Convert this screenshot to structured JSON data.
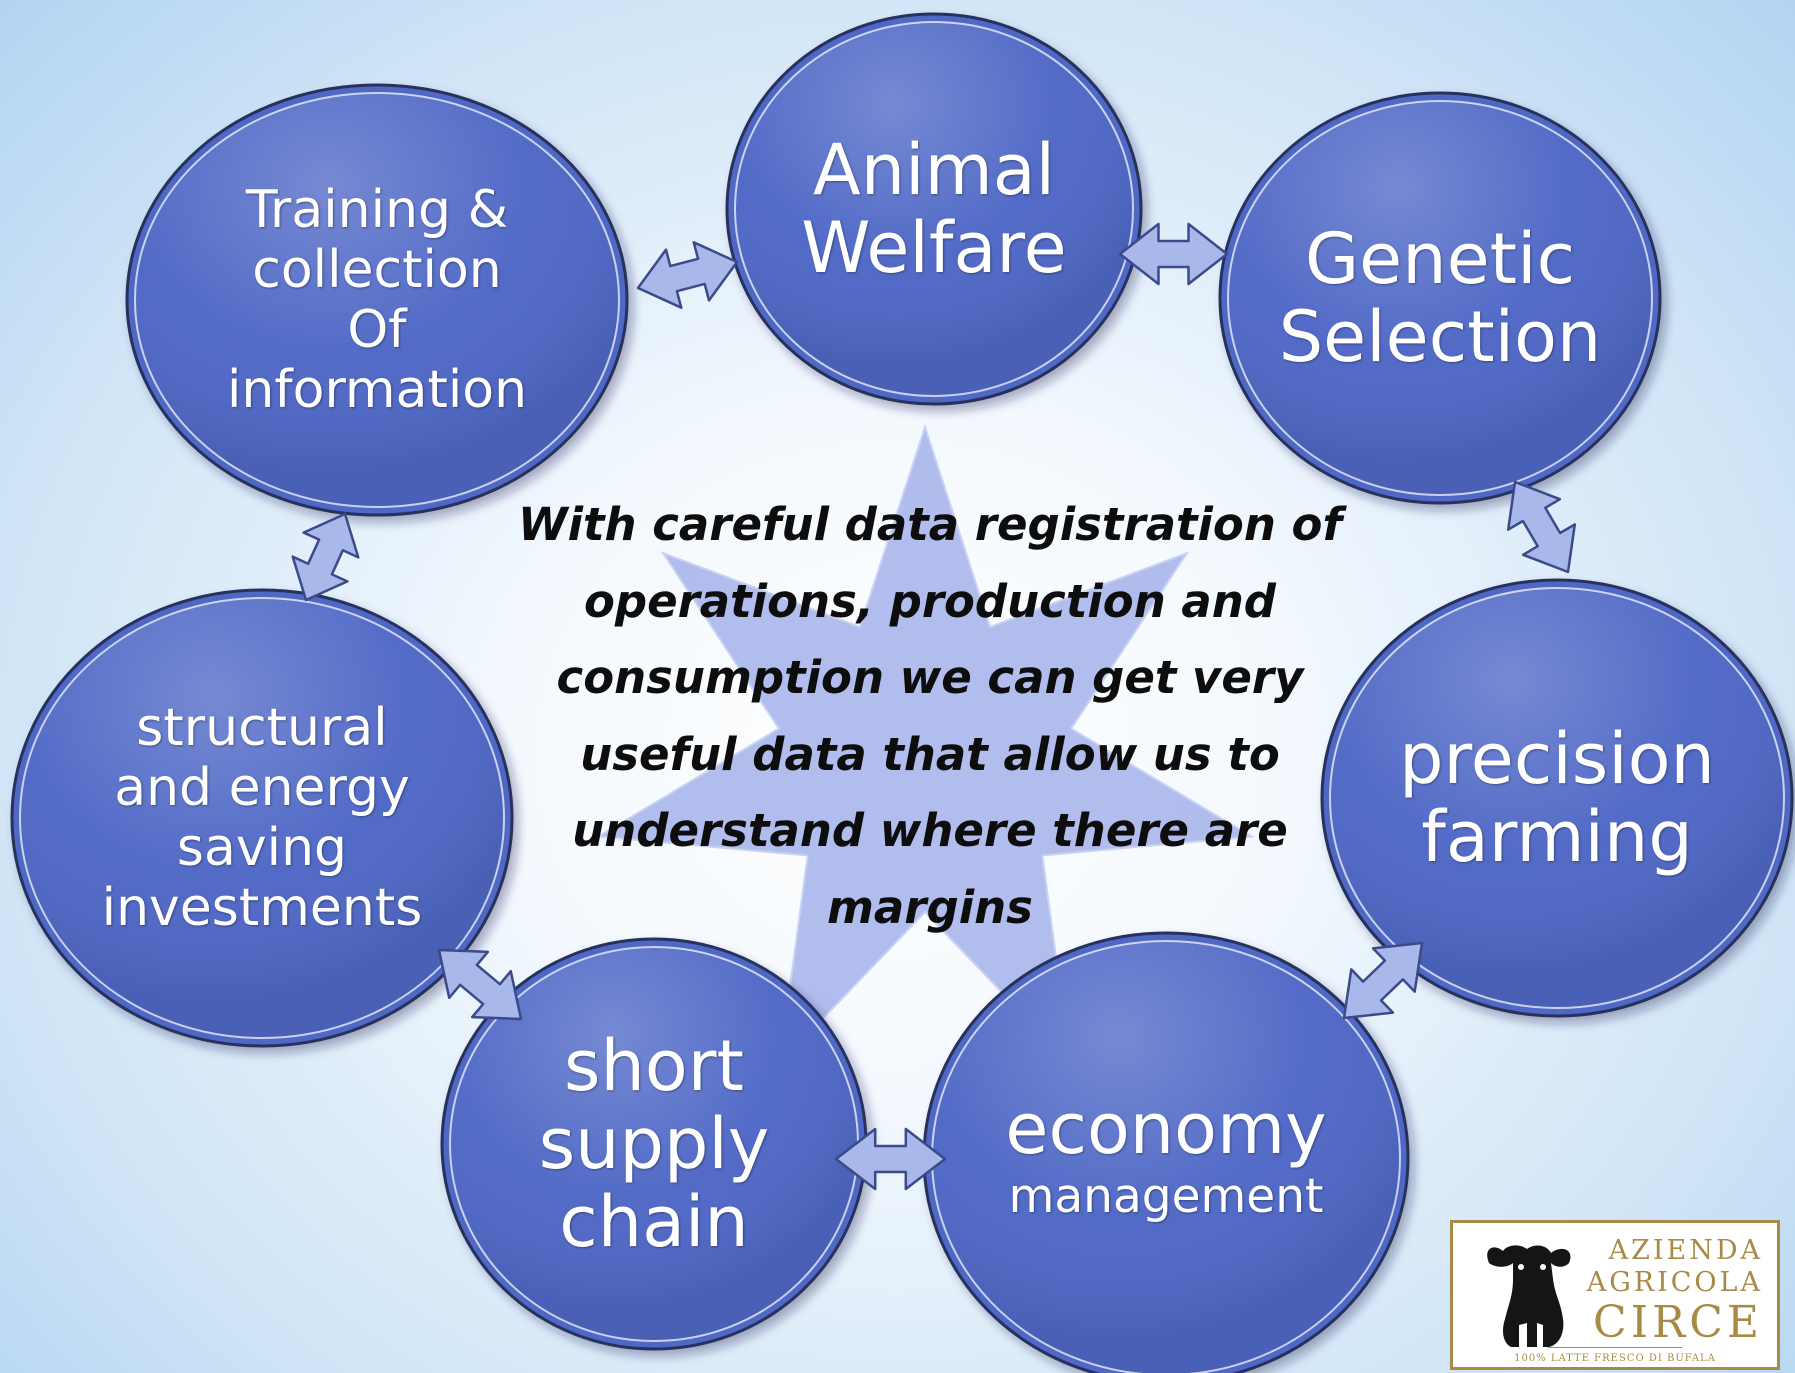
{
  "colors": {
    "node_fill": "#4f67c6",
    "node_stroke": "#26305c",
    "arrow_fill": "#a9b8ea",
    "arrow_stroke": "#3c4a8a",
    "star_fill": "#a9b6ea",
    "center_text": "#0d0d0d",
    "logo_gold": "#a98a45"
  },
  "nodes": [
    {
      "id": "animal-welfare",
      "lines": [
        {
          "text": "Animal",
          "size": "large"
        },
        {
          "text": "Welfare",
          "size": "large"
        }
      ]
    },
    {
      "id": "genetic-selection",
      "lines": [
        {
          "text": "Genetic",
          "size": "large"
        },
        {
          "text": "Selection",
          "size": "large"
        }
      ]
    },
    {
      "id": "precision-farming",
      "lines": [
        {
          "text": "precision",
          "size": "large"
        },
        {
          "text": "farming",
          "size": "large"
        }
      ]
    },
    {
      "id": "economy-management",
      "lines": [
        {
          "text": "economy",
          "size": "large"
        },
        {
          "text": "management",
          "size": "small"
        }
      ]
    },
    {
      "id": "short-supply-chain",
      "lines": [
        {
          "text": "short",
          "size": "large"
        },
        {
          "text": "supply",
          "size": "large"
        },
        {
          "text": "chain",
          "size": "large"
        }
      ]
    },
    {
      "id": "structural-investments",
      "lines": [
        {
          "text": "structural",
          "size": "medium"
        },
        {
          "text": "and energy",
          "size": "medium"
        },
        {
          "text": "saving",
          "size": "medium"
        },
        {
          "text": "investments",
          "size": "medium"
        }
      ]
    },
    {
      "id": "training-collection",
      "lines": [
        {
          "text": "Training &",
          "size": "medium"
        },
        {
          "text": "collection",
          "size": "medium"
        },
        {
          "text": "Of",
          "size": "medium"
        },
        {
          "text": "information",
          "size": "medium"
        }
      ]
    }
  ],
  "center_text": "With careful data registration of operations, production and consumption we can get very useful data that allow us to understand where there are margins",
  "logo": {
    "line1": "AZIENDA",
    "line2": "AGRICOLA",
    "line3": "CIRCE",
    "tagline": "100% LATTE FRESCO DI BUFALA"
  }
}
